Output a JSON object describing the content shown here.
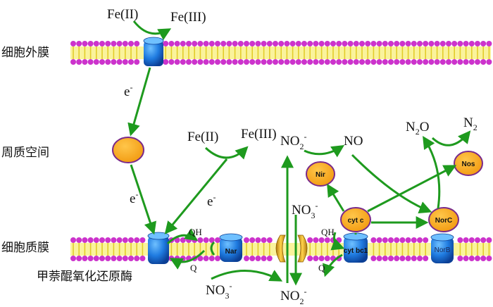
{
  "labels": {
    "outer_membrane": "细胞外膜",
    "periplasm": "周质空间",
    "inner_membrane": "细胞质膜",
    "enzyme": "甲萘醌氧化还原酶"
  },
  "chem": {
    "fe2_top": "Fe(II)",
    "fe3_top": "Fe(III)",
    "fe2_mid": "Fe(II)",
    "fe3_mid": "Fe(III)",
    "electron_1": "e",
    "electron_2": "e",
    "electron_3": "e",
    "electron_sup": "-",
    "no2_top": "NO",
    "no2_top_sub": "2",
    "no2_top_sup": "-",
    "no": "NO",
    "n2o_n": "N",
    "n2o_sub": "2",
    "n2o_o": "O",
    "n2_n": "N",
    "n2_sub": "2",
    "no3_mid": "NO",
    "no3_mid_sub": "3",
    "no3_mid_sup": "-",
    "no3_bot": "NO",
    "no3_bot_sub": "3",
    "no3_bot_sup": "-",
    "no2_bot": "NO",
    "no2_bot_sub": "2",
    "no2_bot_sup": "-",
    "qh_left": "QH",
    "q_left": "Q",
    "qh_right": "QH",
    "q_right": "Q"
  },
  "proteins": {
    "nar": "Nar",
    "nir": "Nir",
    "nos": "Nos",
    "cytc": "cyt c",
    "norc": "NorC",
    "norb": "NorB",
    "cytbc1": "cyt bc1"
  },
  "colors": {
    "arrow": "#1e9a1e",
    "head": "#cc33cc",
    "tail": "#f5e94a",
    "protein_blue": "#1f7be0",
    "protein_orange": "#f6a81c"
  }
}
